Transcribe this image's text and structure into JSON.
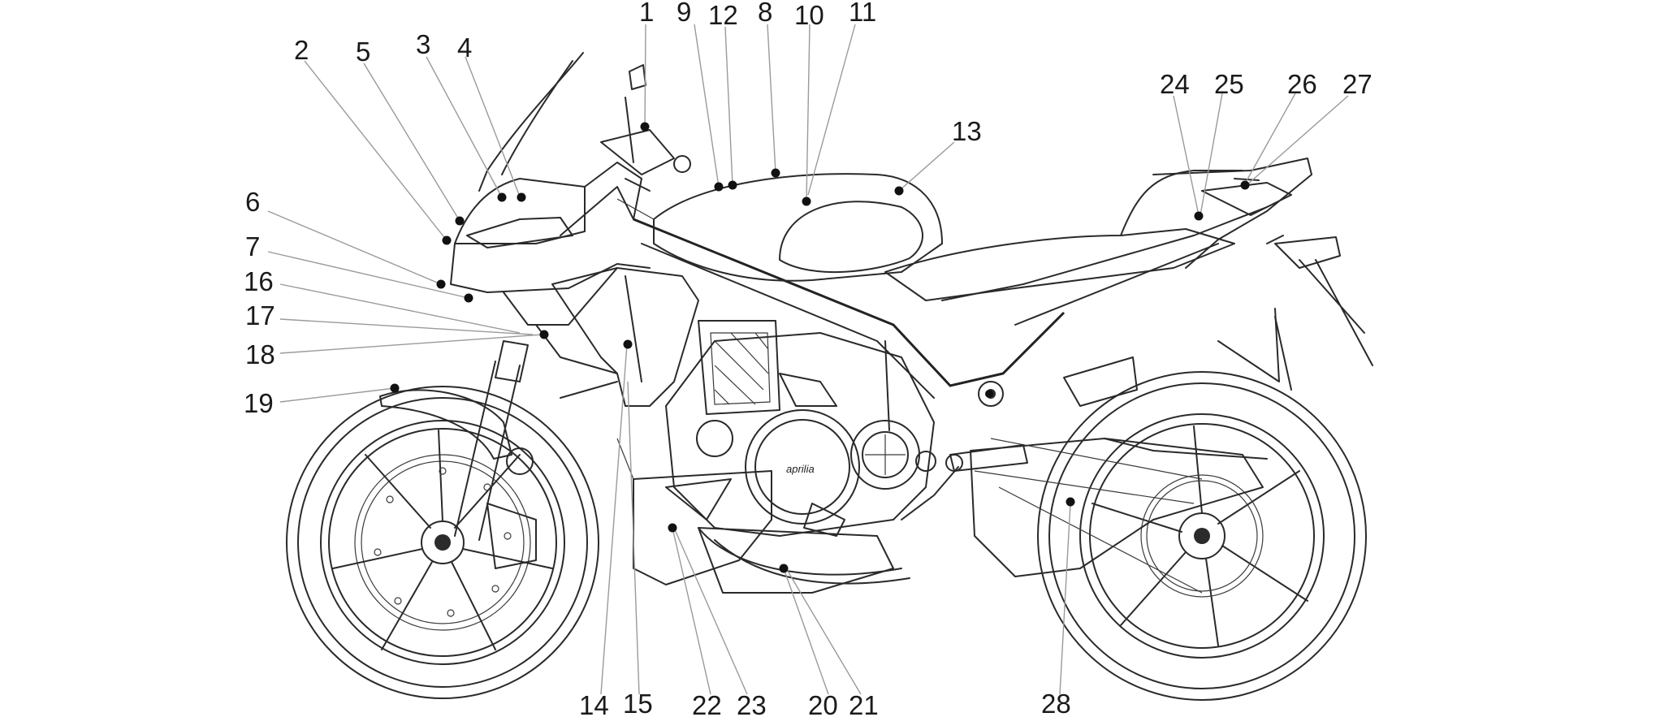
{
  "labels": [
    {
      "id": "1",
      "text": "1"
    },
    {
      "id": "2",
      "text": "2"
    },
    {
      "id": "3",
      "text": "3"
    },
    {
      "id": "4",
      "text": "4"
    },
    {
      "id": "5",
      "text": "5"
    },
    {
      "id": "6",
      "text": "6"
    },
    {
      "id": "7",
      "text": "7"
    },
    {
      "id": "8",
      "text": "8"
    },
    {
      "id": "9",
      "text": "9"
    },
    {
      "id": "10",
      "text": "10"
    },
    {
      "id": "11",
      "text": "11"
    },
    {
      "id": "12",
      "text": "12"
    },
    {
      "id": "13",
      "text": "13"
    },
    {
      "id": "14",
      "text": "14"
    },
    {
      "id": "15",
      "text": "15"
    },
    {
      "id": "16",
      "text": "16"
    },
    {
      "id": "17",
      "text": "17"
    },
    {
      "id": "18",
      "text": "18"
    },
    {
      "id": "19",
      "text": "19"
    },
    {
      "id": "20",
      "text": "20"
    },
    {
      "id": "21",
      "text": "21"
    },
    {
      "id": "22",
      "text": "22"
    },
    {
      "id": "23",
      "text": "23"
    },
    {
      "id": "24",
      "text": "24"
    },
    {
      "id": "25",
      "text": "25"
    },
    {
      "id": "26",
      "text": "26"
    },
    {
      "id": "27",
      "text": "27"
    },
    {
      "id": "28",
      "text": "28"
    }
  ],
  "brand_logo_text": "aprilia",
  "colors": {
    "ink": "#1a1a1a",
    "leader": "#9a9a9a",
    "background": "#ffffff"
  }
}
